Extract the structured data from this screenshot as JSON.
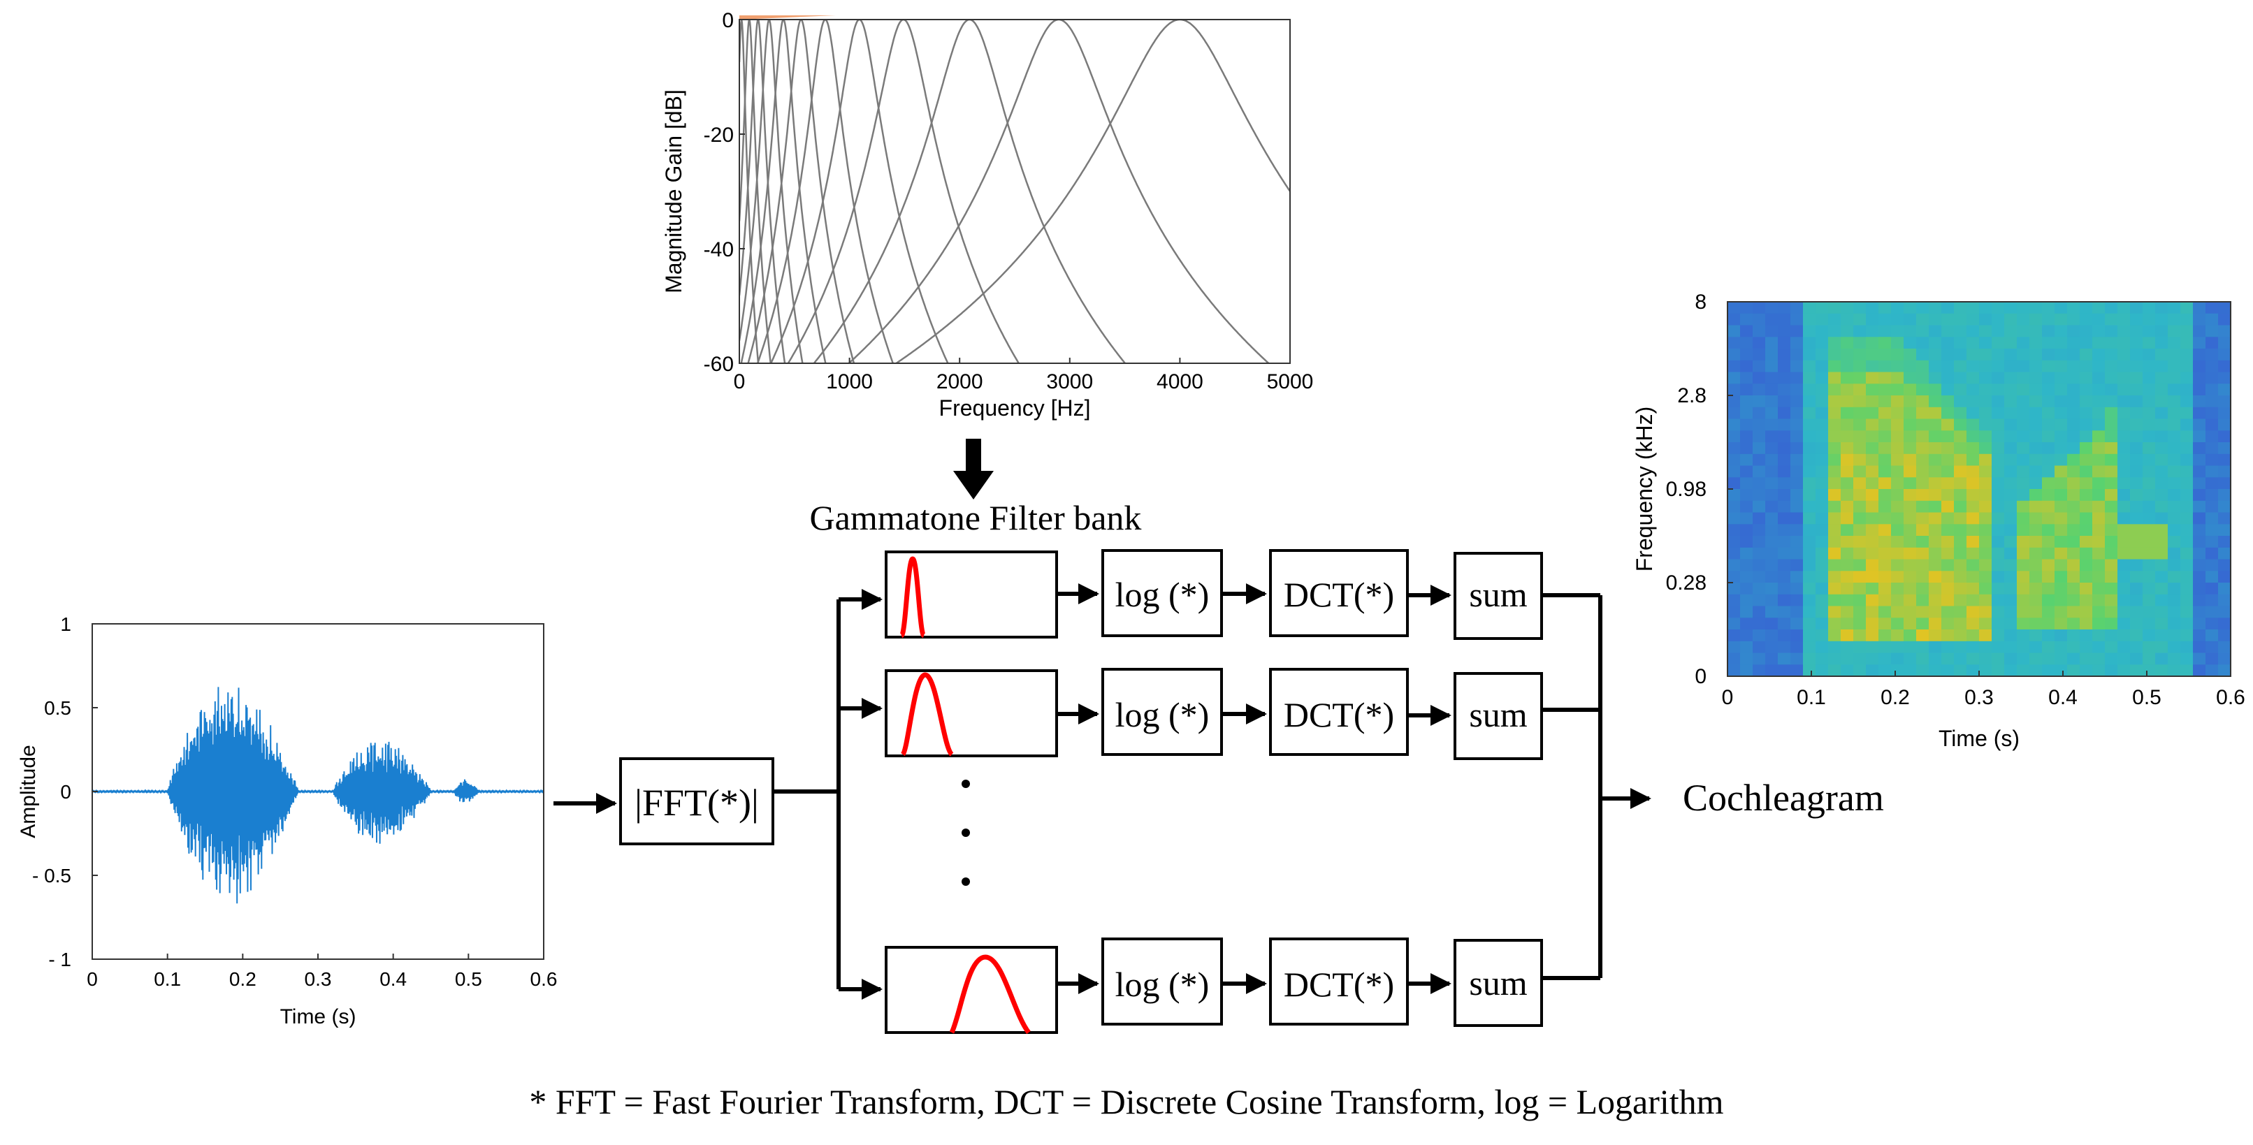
{
  "filterbank_plot": {
    "xlabel": "Frequency [Hz]",
    "ylabel": "Magnitude Gain [dB]",
    "xticks": [
      "0",
      "1000",
      "2000",
      "3000",
      "4000",
      "5000"
    ],
    "yticks": [
      "0",
      "-20",
      "-40",
      "-60"
    ]
  },
  "waveform_plot": {
    "xlabel": "Time (s)",
    "ylabel": "Amplitude",
    "xticks": [
      "0",
      "0.1",
      "0.2",
      "0.3",
      "0.4",
      "0.5",
      "0.6"
    ],
    "yticks": [
      "1",
      "0.5",
      "0",
      "- 0.5",
      "- 1"
    ]
  },
  "cochleagram_plot": {
    "xlabel": "Time (s)",
    "ylabel": "Frequency (kHz)",
    "xticks": [
      "0",
      "0.1",
      "0.2",
      "0.3",
      "0.4",
      "0.5",
      "0.6"
    ],
    "yticks": [
      "8",
      "2.8",
      "0.98",
      "0.28",
      "0"
    ]
  },
  "diagram": {
    "filterbank_label": "Gammatone Filter bank",
    "fft_label": "|FFT(*)|",
    "log_label": "log (*)",
    "dct_label": "DCT(*)",
    "sum_label": "sum",
    "output_label": "Cochleagram",
    "footnote": "* FFT = Fast Fourier Transform, DCT = Discrete Cosine Transform, log = Logarithm"
  },
  "chart_data": [
    {
      "type": "line",
      "name": "gammatone-response",
      "xlabel": "Frequency [Hz]",
      "ylabel": "Magnitude Gain [dB]",
      "xlim": [
        0,
        5000
      ],
      "ylim": [
        -60,
        0
      ],
      "center_frequencies_hz": [
        20,
        90,
        170,
        270,
        400,
        560,
        780,
        1090,
        1490,
        2090,
        2900,
        4000
      ],
      "peak_gain_db": 0
    },
    {
      "type": "line",
      "name": "speech-waveform",
      "xlabel": "Time (s)",
      "ylabel": "Amplitude",
      "xlim": [
        0,
        0.6
      ],
      "ylim": [
        -1,
        1
      ],
      "segments": [
        {
          "start": 0.1,
          "end": 0.3,
          "peak": 0.7
        },
        {
          "start": 0.32,
          "end": 0.47,
          "peak": 0.33
        },
        {
          "start": 0.48,
          "end": 0.52,
          "peak": 0.08
        }
      ]
    },
    {
      "type": "heatmap",
      "name": "cochleagram",
      "xlabel": "Time (s)",
      "ylabel": "Frequency (kHz)",
      "xlim": [
        0,
        0.6
      ],
      "ytick_labels": [
        "0",
        "0.28",
        "0.98",
        "2.8",
        "8"
      ],
      "colors": {
        "low": "#3a3cd8",
        "mid": "#2fb6c8",
        "high": "#f2c21a"
      }
    }
  ],
  "colors": {
    "waveform": "#1a7fd0",
    "filter_curve": "#7a7a7a",
    "passband": "#ff0000",
    "ink": "#000000"
  }
}
